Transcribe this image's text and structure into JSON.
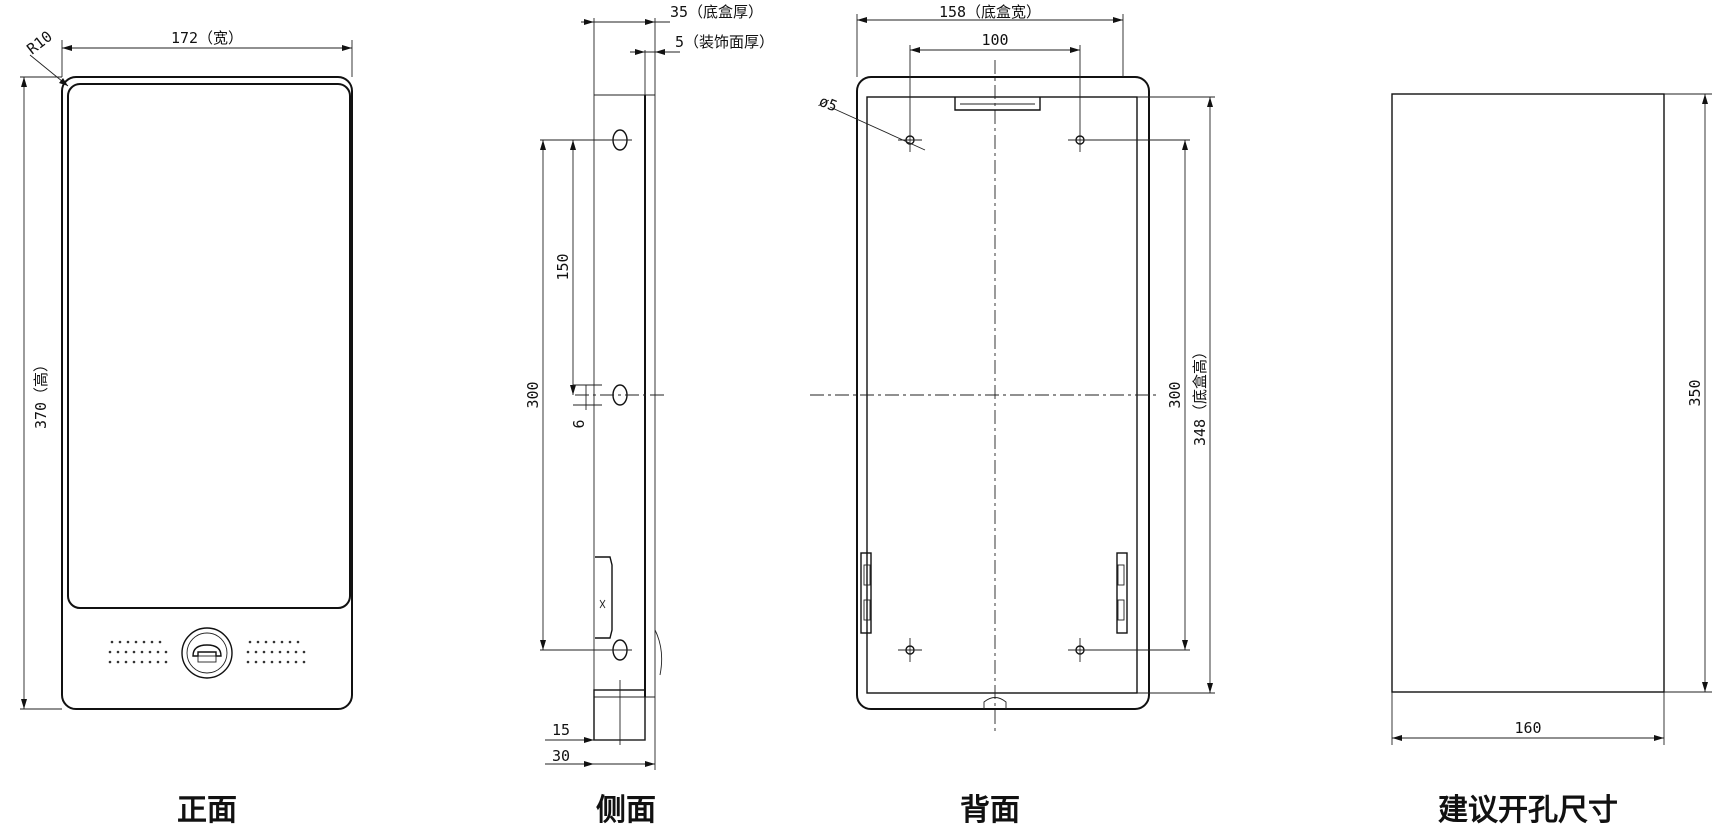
{
  "views": {
    "front": {
      "caption": "正面",
      "dim_width": "172（宽）",
      "dim_height": "370（高）",
      "dim_radius": "R10"
    },
    "side": {
      "caption": "侧面",
      "dim_box_depth": "35（底盒厚）",
      "dim_panel_thickness": "5（装饰面厚）",
      "dim_150": "150",
      "dim_300": "300",
      "dim_6": "6",
      "dim_15": "15",
      "dim_30": "30"
    },
    "back": {
      "caption": "背面",
      "dim_box_width": "158（底盒宽）",
      "dim_100": "100",
      "dim_hole": "ø5",
      "dim_300": "300",
      "dim_box_height": "348（底盒高）"
    },
    "cutout": {
      "caption": "建议开孔尺寸",
      "dim_height": "350",
      "dim_width": "160"
    }
  }
}
